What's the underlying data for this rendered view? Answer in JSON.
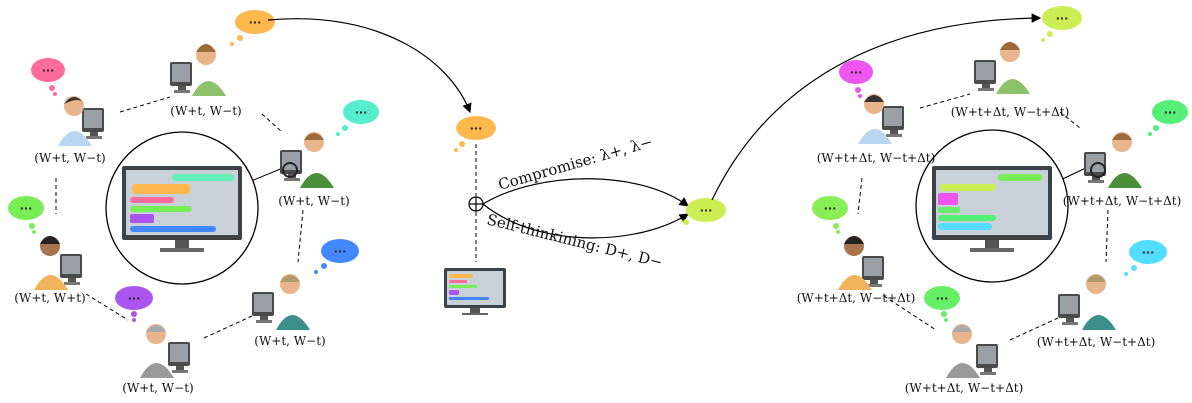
{
  "left_group": {
    "labels": [
      "(W+t, W−t)",
      "(W+t, W−t)",
      "(W+t, W−t)",
      "(W+t, W+t)",
      "(W+t, W−t)",
      "(W+t, W−t)"
    ],
    "thought_colors": [
      "#ff6b9b",
      "#ffb84d",
      "#55eecc",
      "#4488ff",
      "#aa55ee",
      "#77ee55"
    ]
  },
  "right_group": {
    "labels": [
      "(W+t+Δt, W−t+Δt)",
      "(W+t+Δt, W−t+Δt)",
      "(W+t+Δt, W−t+Δt)",
      "(W+t+Δt, W−t+Δt)",
      "(W+t+Δt, W−t+Δt)",
      "(W+t+Δt, W−t+Δt)"
    ],
    "thought_colors": [
      "#ee55ee",
      "#ccee55",
      "#55ee77",
      "#55ddff",
      "#66ee66",
      "#88ee55"
    ]
  },
  "center": {
    "compromise_label": "Compromise: λ+, λ−",
    "self_thinking_label": "Self-thinkining: D+, D−"
  },
  "ellipsis": "···"
}
